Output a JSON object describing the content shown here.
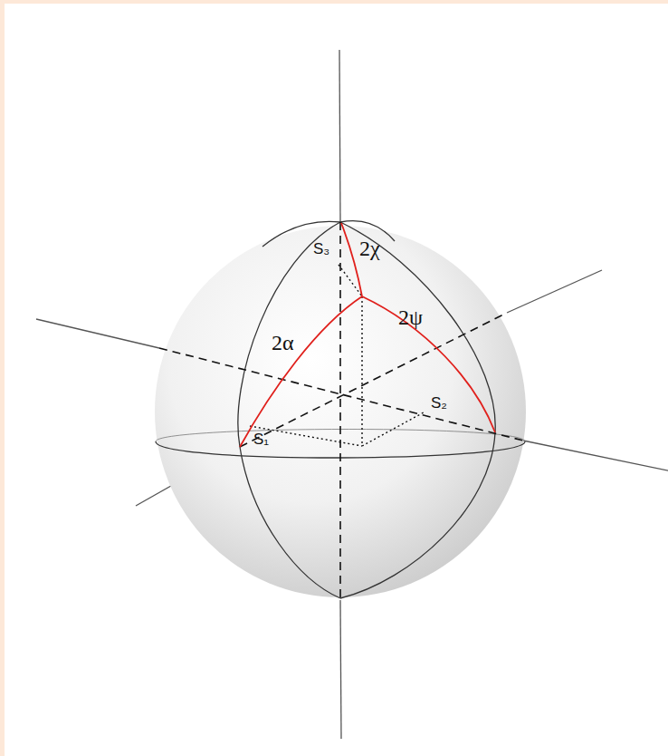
{
  "diagram": {
    "labels": [
      "S₃",
      "2χ",
      "2α",
      "2ψ",
      "S₁",
      "S₂"
    ]
  }
}
